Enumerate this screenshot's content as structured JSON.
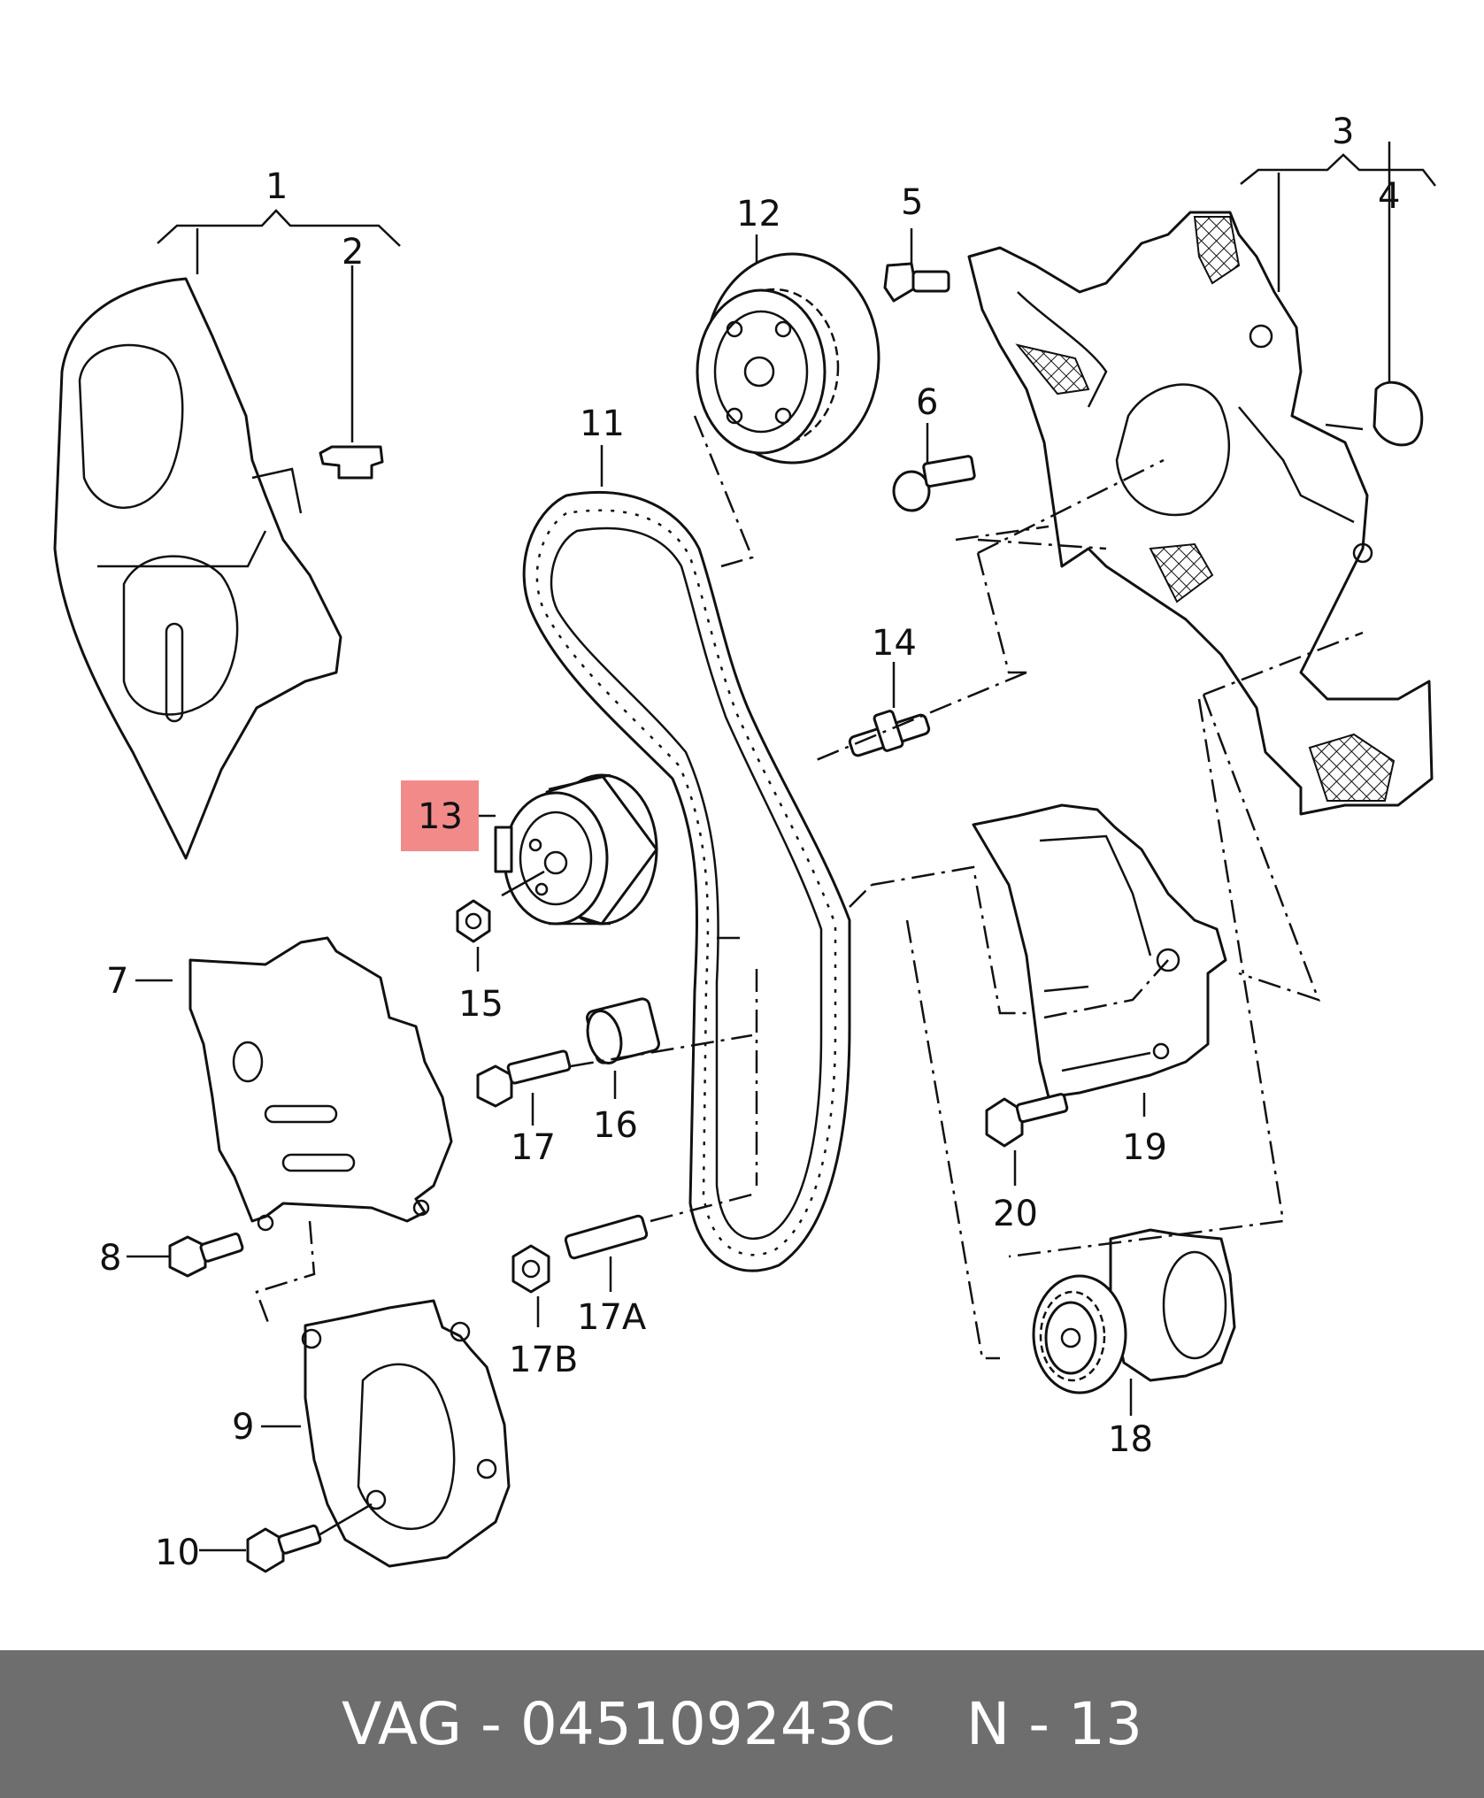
{
  "callouts": {
    "c1": "1",
    "c2": "2",
    "c3": "3",
    "c4": "4",
    "c5": "5",
    "c6": "6",
    "c7": "7",
    "c8": "8",
    "c9": "9",
    "c10": "10",
    "c11": "11",
    "c12": "12",
    "c13": "13",
    "c14": "14",
    "c15": "15",
    "c16": "16",
    "c17": "17",
    "c17A": "17A",
    "c17B": "17B",
    "c18": "18",
    "c19": "19",
    "c20": "20"
  },
  "highlight": {
    "label": "13",
    "color": "#f28a8a"
  },
  "footer": {
    "part_text": "VAG - 045109243C",
    "position_text": "N - 13",
    "background": "#6e6e6e",
    "text_color": "#ffffff"
  }
}
